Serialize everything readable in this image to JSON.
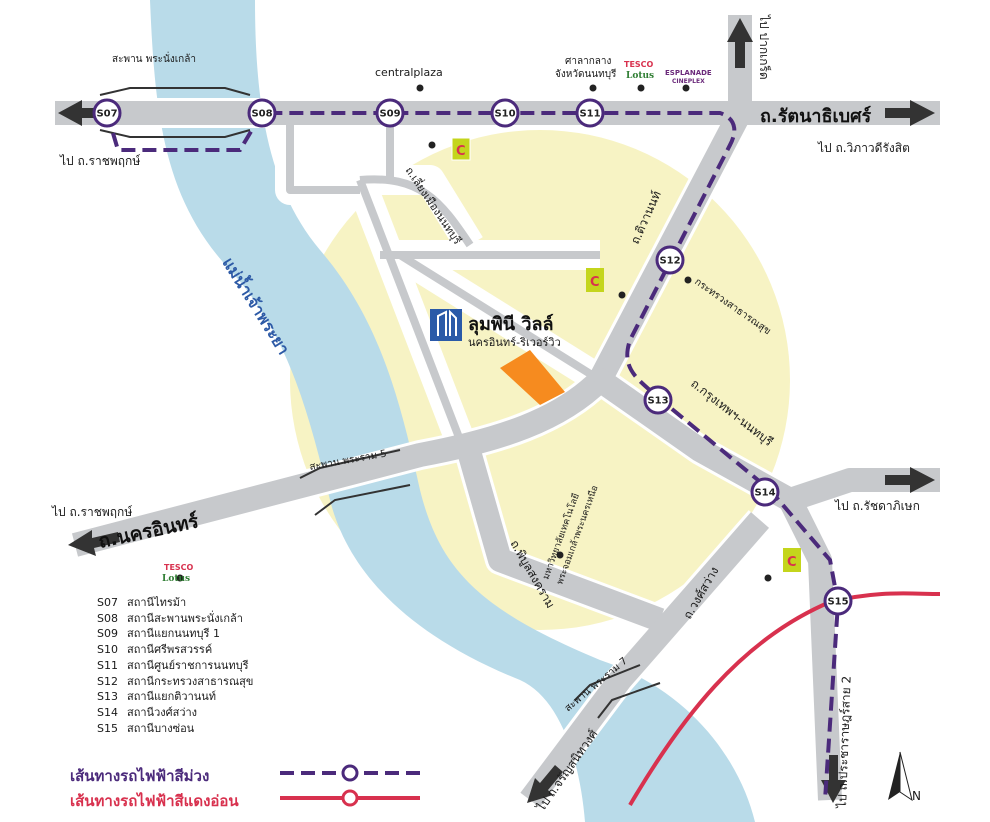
{
  "roads": {
    "rattanathibet": "ถ.รัตนาธิเบศร์",
    "nakhon_in": "ถ.นครอินทร์",
    "tiwanon": "ถ.ติวานนท์",
    "krungthep_nonthaburi": "ถ.กรุงเทพฯ-นนทบุรี",
    "phibun_songkhram": "ถ.พิบูลสงคราม",
    "wong_sawang": "ถ.วงศ์สว่าง",
    "liang_mueang": "ถ.เลี่ยงเมืองนนทบุรี"
  },
  "destinations": {
    "to_pak_kret": "ไป ปากเกร็ด",
    "to_vibhavadi": "ไป ถ.วิภาวดีรังสิต",
    "to_ratchaphruek_top": "ไป ถ.ราชพฤกษ์",
    "to_ratchaphruek_bottom": "ไป ถ.ราชพฤกษ์",
    "to_ratchadaphisek": "ไป ถ.รัชดาภิเษก",
    "to_charan": "ไป ถ.จรัญสนิทวงศ์",
    "to_pracharat": "ไป ถ.ประชาราษฎร์สาย 2"
  },
  "bridges": {
    "phra_nang_klao": "สะพาน พระนั่งเกล้า",
    "rama5": "สะพาน พระราม 5",
    "rama7": "สะพาน พระราม 7"
  },
  "river": "แม่น้ำเจ้าพระยา",
  "places": {
    "central": "centralplaza",
    "city_hall_1": "ศาลากลาง",
    "city_hall_2": "จังหวัดนนทบุรี",
    "tesco": "TESCO",
    "lotus": "Lotus",
    "esplanade": "ESPLANADE",
    "cineplex": "CINEPLEX",
    "ministry": "กระทรวงสาธารณสุข",
    "university_1": "มหาวิทยาลัยเทคโนโลยี",
    "university_2": "พระจอมเกล้าพระนครเหนือ",
    "project_name": "ลุมพินี วิลล์",
    "project_sub": "นครอินทร์-ริเวอร์วิว",
    "compass": "N"
  },
  "stations": [
    {
      "code": "S07",
      "name": "สถานีไทรม้า"
    },
    {
      "code": "S08",
      "name": "สถานีสะพานพระนั่งเกล้า"
    },
    {
      "code": "S09",
      "name": "สถานีแยกนนทบุรี 1"
    },
    {
      "code": "S10",
      "name": "สถานีศรีพรสวรรค์"
    },
    {
      "code": "S11",
      "name": "สถานีศูนย์ราชการนนทบุรี"
    },
    {
      "code": "S12",
      "name": "สถานีกระทรวงสาธารณสุข"
    },
    {
      "code": "S13",
      "name": "สถานีแยกติวานนท์"
    },
    {
      "code": "S14",
      "name": "สถานีวงศ์สว่าง"
    },
    {
      "code": "S15",
      "name": "สถานีบางซ่อน"
    }
  ],
  "legend": {
    "purple": "เส้นทางรถไฟฟ้าสีม่วง",
    "red": "เส้นทางรถไฟฟ้าสีแดงอ่อน"
  },
  "colors": {
    "purple_line": "#4b2a7b",
    "red_line": "#d8314e",
    "road": "#c7c9cc",
    "river": "#b9dbe9",
    "zone": "#f7f3c4",
    "project": "#f68b1f"
  }
}
